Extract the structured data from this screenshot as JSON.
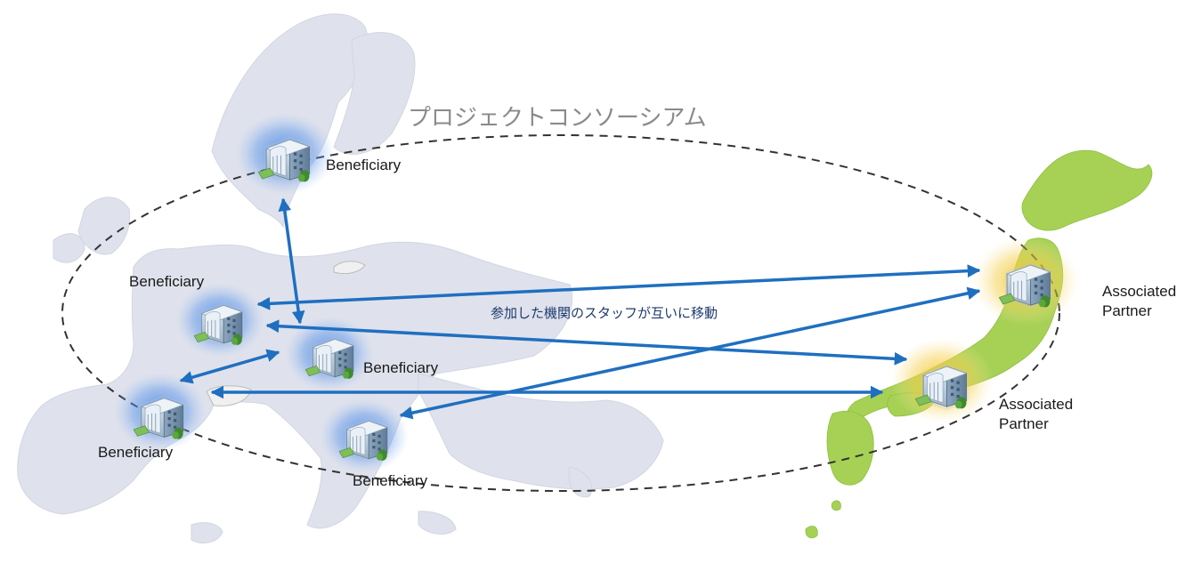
{
  "consortium_label": "プロジェクトコンソーシアム",
  "mobility_label": "参加した機関のスタッフが互いに移動",
  "labels": {
    "beneficiary_north": "Beneficiary",
    "beneficiary_west": "Beneficiary",
    "beneficiary_center": "Beneficiary",
    "beneficiary_southwest": "Beneficiary",
    "beneficiary_southeast": "Beneficiary",
    "partner_north_line1": "Associated",
    "partner_north_line2": "Partner",
    "partner_south_line1": "Associated",
    "partner_south_line2": "Partner"
  },
  "colors": {
    "arrow": "#1f6fc0",
    "beneficiary_glow": "#3d7fe0",
    "partner_glow": "#f3c320",
    "europe_map": "#dfe2ec",
    "japan_map": "#a6d155",
    "ellipse": "#333333"
  },
  "icons": [
    "building-icon",
    "europe-map",
    "japan-map"
  ]
}
